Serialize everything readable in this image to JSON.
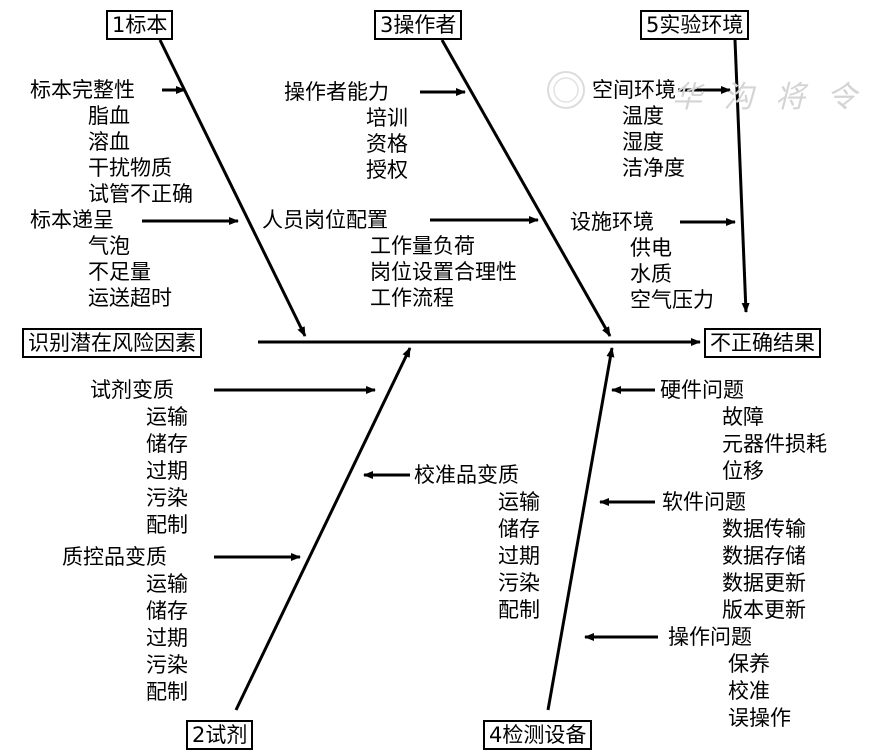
{
  "categories": {
    "c1": "1标本",
    "c2": "2试剂",
    "c3": "3操作者",
    "c4": "4检测设备",
    "c5": "5实验环境"
  },
  "spine": {
    "start": "识别潜在风险因素",
    "end": "不正确结果"
  },
  "watermark": "华 沟 将 令",
  "specimen": {
    "integrity": "标本完整性",
    "integrity_items": [
      "脂血",
      "溶血",
      "干扰物质",
      "试管不正确"
    ],
    "delivery": "标本递呈",
    "delivery_items": [
      "气泡",
      "不足量",
      "运送超时"
    ]
  },
  "operator": {
    "ability": "操作者能力",
    "ability_items": [
      "培训",
      "资格",
      "授权"
    ],
    "staffing": "人员岗位配置",
    "staffing_items": [
      "工作量负荷",
      "岗位设置合理性",
      "工作流程"
    ]
  },
  "environment": {
    "space": "空间环境",
    "space_items": [
      "温度",
      "湿度",
      "洁净度"
    ],
    "facility": "设施环境",
    "facility_items": [
      "供电",
      "水质",
      "空气压力"
    ]
  },
  "reagent": {
    "deterioration": "试剂变质",
    "deterioration_items": [
      "运输",
      "储存",
      "过期",
      "污染",
      "配制"
    ],
    "qc": "质控品变质",
    "qc_items": [
      "运输",
      "储存",
      "过期",
      "污染",
      "配制"
    ]
  },
  "equipment": {
    "calibrator": "校准品变质",
    "calibrator_items": [
      "运输",
      "储存",
      "过期",
      "污染",
      "配制"
    ],
    "hardware": "硬件问题",
    "hardware_items": [
      "故障",
      "元器件损耗",
      "位移"
    ],
    "software": "软件问题",
    "software_items": [
      "数据传输",
      "数据存储",
      "数据更新",
      "版本更新"
    ],
    "operation": "操作问题",
    "operation_items": [
      "保养",
      "校准",
      "误操作"
    ]
  }
}
